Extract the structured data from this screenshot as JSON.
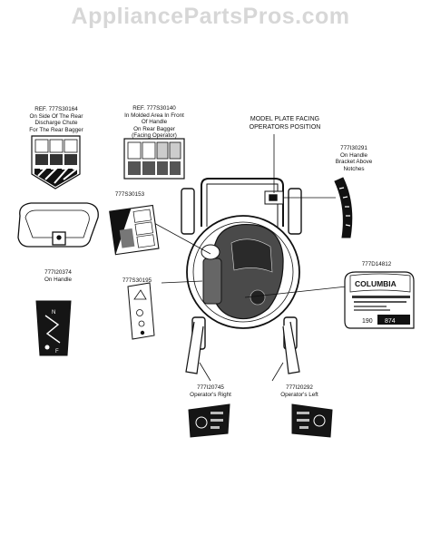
{
  "watermark": "AppliancePartsPros.com",
  "callouts": {
    "rear_chute_decal": [
      "REF. 777S30164",
      "On Side Of The Rear",
      "Discharge Chute",
      "For The Rear Bagger"
    ],
    "rear_bagger_decal": [
      "REF. 777S30140",
      "In Molded Area In Front",
      "Of Handle",
      "On Rear Bagger",
      "(Facing Operator)"
    ],
    "model_plate": [
      "MODEL PLATE FACING",
      "OPERATORS POSITION"
    ],
    "handle_bracket_decal": [
      "777I30291",
      "On Handle",
      "Bracket Above",
      "Notches"
    ],
    "deck_decal_153": [
      "777S30153"
    ],
    "handle_decal": [
      "777I20374",
      "On Handle"
    ],
    "deck_decal_195": [
      "777S30195"
    ],
    "brand_decal": [
      "777D14812"
    ],
    "right_grip_decal": [
      "777I20745",
      "Operator's Right"
    ],
    "left_grip_decal": [
      "777I20292",
      "Operator's Left"
    ]
  },
  "brand_decal_text": {
    "logo": "COLUMBIA",
    "model_a": "190",
    "model_b": "874"
  },
  "handle_decal_letters": [
    "N",
    "F"
  ]
}
